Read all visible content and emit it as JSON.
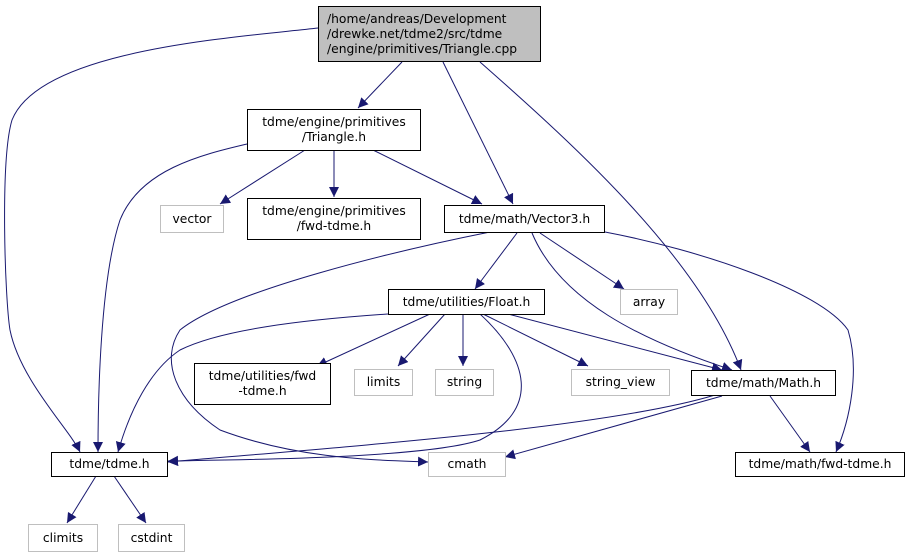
{
  "colors": {
    "edge": "#191970",
    "root_fill": "#bfbfbf",
    "internal_border": "#000000",
    "external_border": "#bfbfbf"
  },
  "nodes": {
    "root": {
      "lines": [
        "/home/andreas/Development",
        "/drewke.net/tdme2/src/tdme",
        "/engine/primitives/Triangle.cpp"
      ]
    },
    "triangle_h": {
      "lines": [
        "tdme/engine/primitives",
        "/Triangle.h"
      ]
    },
    "tdme_h": {
      "lines": [
        "tdme/tdme.h"
      ]
    },
    "vector": {
      "lines": [
        "vector"
      ]
    },
    "primitives_fwd": {
      "lines": [
        "tdme/engine/primitives",
        "/fwd-tdme.h"
      ]
    },
    "vector3_h": {
      "lines": [
        "tdme/math/Vector3.h"
      ]
    },
    "math_h": {
      "lines": [
        "tdme/math/Math.h"
      ]
    },
    "array": {
      "lines": [
        "array"
      ]
    },
    "float_h": {
      "lines": [
        "tdme/utilities/Float.h"
      ]
    },
    "utilities_fwd": {
      "lines": [
        "tdme/utilities/fwd",
        "-tdme.h"
      ]
    },
    "limits": {
      "lines": [
        "limits"
      ]
    },
    "string": {
      "lines": [
        "string"
      ]
    },
    "string_view": {
      "lines": [
        "string_view"
      ]
    },
    "cmath": {
      "lines": [
        "cmath"
      ]
    },
    "math_fwd": {
      "lines": [
        "tdme/math/fwd-tdme.h"
      ]
    },
    "climits": {
      "lines": [
        "climits"
      ]
    },
    "cstdint": {
      "lines": [
        "cstdint"
      ]
    }
  }
}
